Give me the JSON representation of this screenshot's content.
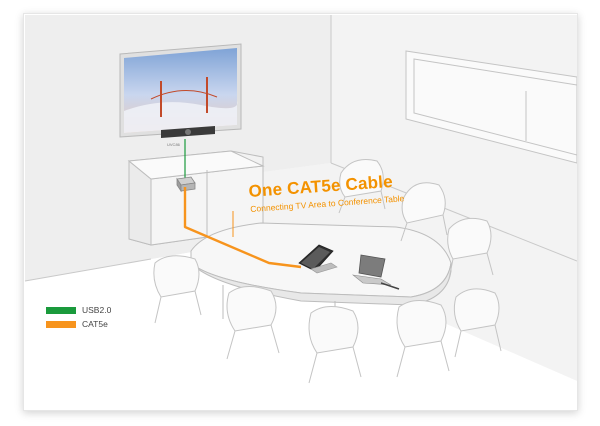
{
  "diagram": {
    "headline": "One CAT5e Cable",
    "subheadline": "Connecting TV Area to Conference Table"
  },
  "legend": {
    "items": [
      {
        "label": "USB2.0",
        "color": "#1a9a3c"
      },
      {
        "label": "CAT5e",
        "color": "#f7941d"
      }
    ]
  },
  "colors": {
    "usb": "#1a9a3c",
    "cat5e": "#f7941d",
    "line_art": "#c4c4c4",
    "wall": "#f1f1f1"
  }
}
